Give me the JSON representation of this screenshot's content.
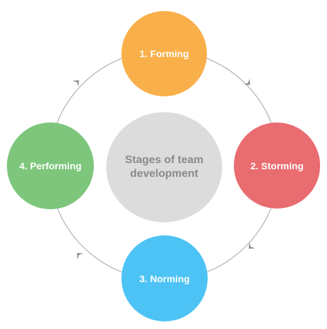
{
  "diagram": {
    "center_label": "Stages of team development",
    "stages": [
      {
        "label": "1. Forming"
      },
      {
        "label": "2. Storming"
      },
      {
        "label": "3. Norming"
      },
      {
        "label": "4. Performing"
      }
    ]
  },
  "colors": {
    "forming": "#FAB04A",
    "storming": "#E96C70",
    "norming": "#4DC3F5",
    "performing": "#7DC67C",
    "center": "#DCDCDC",
    "ring": "#B5B5B5",
    "arrows": "#8A8A8A"
  }
}
